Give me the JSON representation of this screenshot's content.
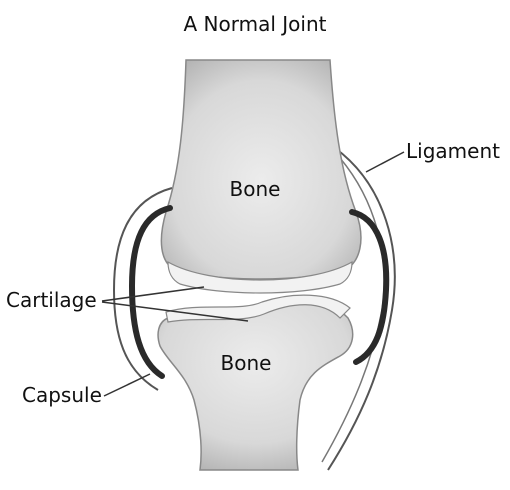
{
  "title": "A Normal Joint",
  "labels": {
    "bone_upper": "Bone",
    "bone_lower": "Bone",
    "ligament": "Ligament",
    "cartilage": "Cartilage",
    "capsule": "Capsule"
  },
  "colors": {
    "bone_fill": "#dcdcdc",
    "bone_shade": "#b9b9b9",
    "capsule_stroke": "#2a2a2a",
    "cartilage_fill": "#f2f2f2",
    "line": "#333333"
  }
}
